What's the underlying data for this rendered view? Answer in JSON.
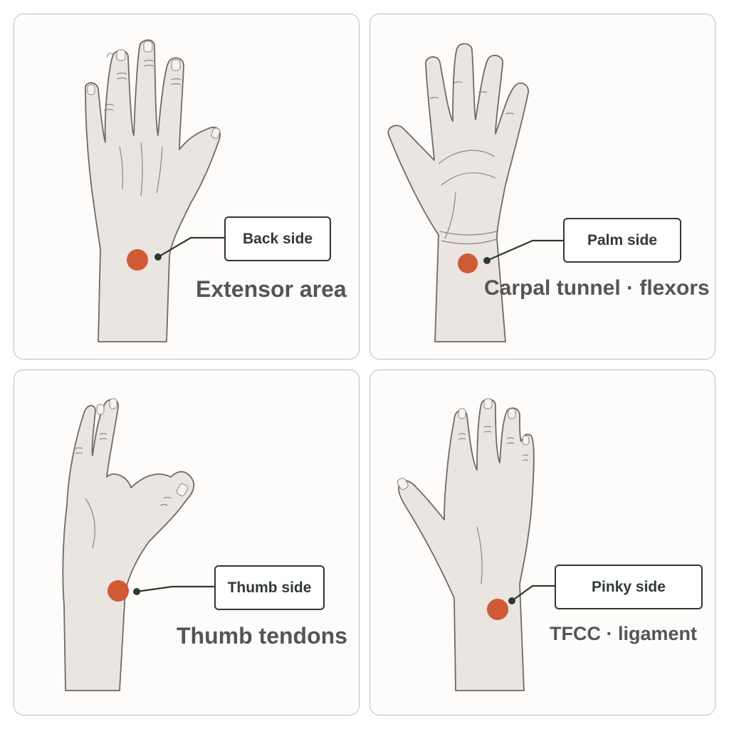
{
  "colors": {
    "skin": "#ebe5e1",
    "outline": "#6f6a67",
    "marker": "#cf5a35",
    "leader": "#2c3a2f",
    "label": "#555555"
  },
  "panels": [
    {
      "view": "back",
      "callout": "Back side",
      "area": "Extensor area"
    },
    {
      "view": "palm",
      "callout": "Palm side",
      "area": "Carpal tunnel · flexors"
    },
    {
      "view": "thumb",
      "callout": "Thumb side",
      "area": "Thumb tendons"
    },
    {
      "view": "pinky",
      "callout": "Pinky side",
      "area": "TFCC · ligament"
    }
  ]
}
